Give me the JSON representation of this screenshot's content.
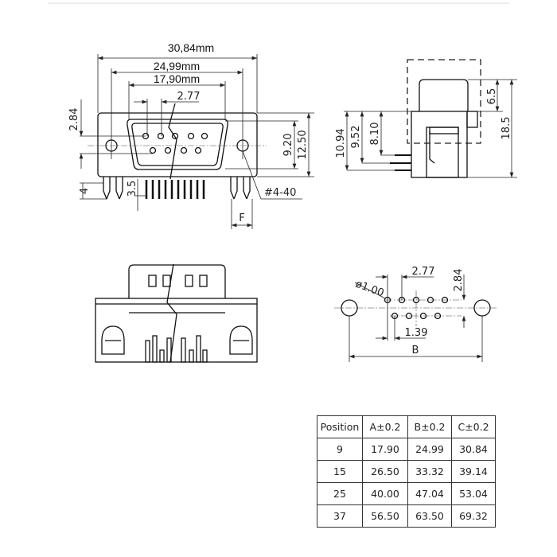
{
  "front_view": {
    "overall_width": "30,84mm",
    "mount_hole_pitch": "24,99mm",
    "shell_width": "17,90mm",
    "pin_pitch": "2.77",
    "row_offset": "2.84",
    "shell_height": "9.20",
    "body_height": "12.50",
    "leg_length": "4",
    "pin_length": "3.5",
    "thread": "#4-40",
    "f_label": "F"
  },
  "side_view": {
    "shell_depth": "6.5",
    "total_depth": "18.5",
    "dim_a": "10.94",
    "dim_b": "9.52",
    "dim_c": "8.10"
  },
  "footprint": {
    "hole_diameter": "ø1.00",
    "pin_pitch": "2.77",
    "row_offset": "2.84",
    "stagger": "1.39",
    "b_label": "B"
  },
  "table": {
    "headers": [
      "Position",
      "A±0.2",
      "B±0.2",
      "C±0.2"
    ],
    "rows": [
      [
        "9",
        "17.90",
        "24.99",
        "30.84"
      ],
      [
        "15",
        "26.50",
        "33.32",
        "39.14"
      ],
      [
        "25",
        "40.00",
        "47.04",
        "53.04"
      ],
      [
        "37",
        "56.50",
        "63.50",
        "69.32"
      ]
    ]
  }
}
